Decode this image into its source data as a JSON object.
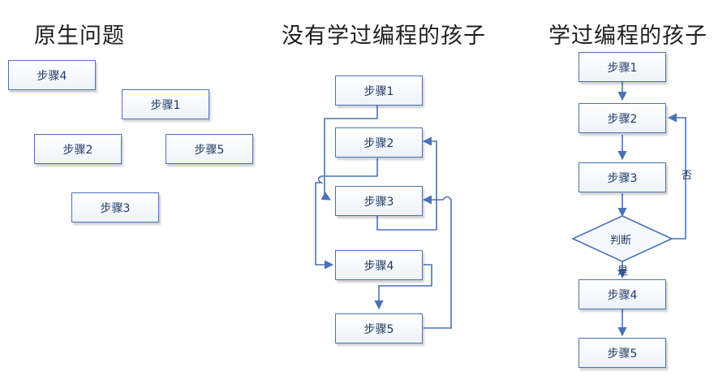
{
  "titles": {
    "original": "原生问题",
    "untrained": "没有学过编程的孩子",
    "trained": "学过编程的孩子"
  },
  "original_steps": {
    "s4": "步骤4",
    "s1": "步骤1",
    "s2": "步骤2",
    "s5": "步骤5",
    "s3": "步骤3"
  },
  "untrained_steps": {
    "s1": "步骤1",
    "s2": "步骤2",
    "s3": "步骤3",
    "s4": "步骤4",
    "s5": "步骤5"
  },
  "trained_flow": {
    "s1": "步骤1",
    "s2": "步骤2",
    "s3": "步骤3",
    "decision": "判断",
    "no_label": "否",
    "yes_label": "是",
    "s4": "步骤4",
    "s5": "步骤5"
  },
  "colors": {
    "box_border": "#4a72b8",
    "arrow": "#4a72b8",
    "text": "#1f3a66"
  }
}
